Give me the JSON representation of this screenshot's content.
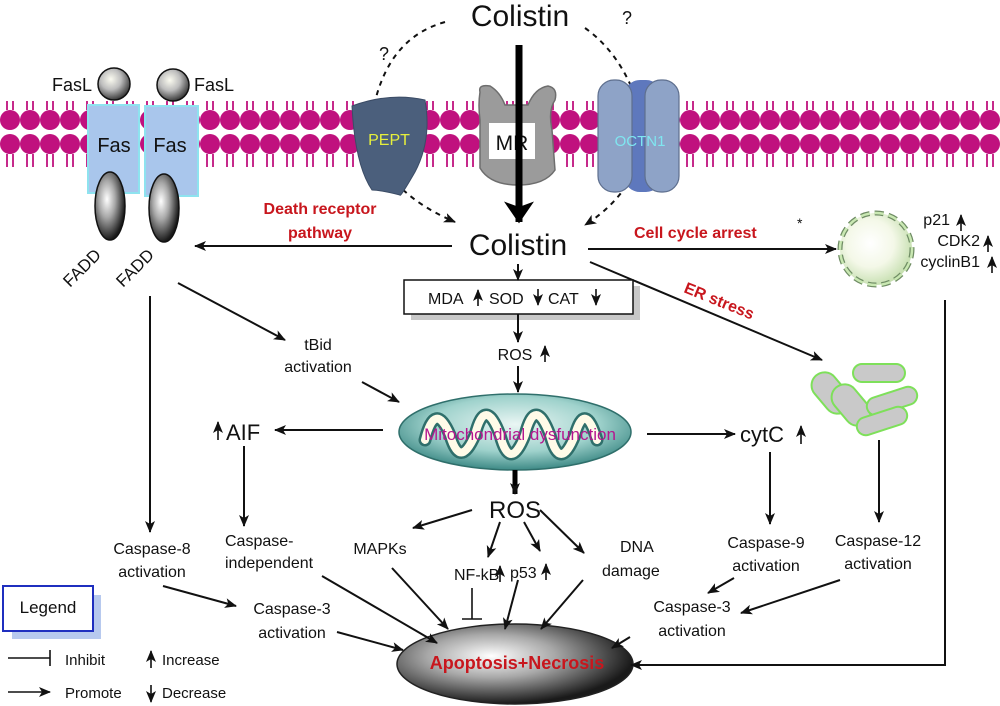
{
  "colors": {
    "membrane": "#c0117e",
    "fas_box": "#a9c6ec",
    "pathway_label": "#c8161d",
    "mito_label": "#b5168f",
    "pept_label": "#e6ef3c",
    "octn_label": "#7fe6f0",
    "er_green": "#7ee05a",
    "legend_border": "#1f2fbf"
  },
  "top": {
    "colistin_outside": "Colistin",
    "question_left": "?",
    "question_right": "?"
  },
  "membrane": {
    "fasl_left": "FasL",
    "fasl_right": "FasL",
    "fas_left": "Fas",
    "fas_right": "Fas",
    "pept": "PEPT",
    "mr": "MR",
    "octn1": "OCTN1",
    "fadd_left": "FADD",
    "fadd_right": "FADD"
  },
  "center": {
    "colistin_inside": "Colistin",
    "oxidative_box": {
      "mda": "MDA",
      "sod": "SOD",
      "cat": "CAT"
    },
    "ros_up": "ROS",
    "mito": "Mitochondrial dysfunction",
    "ros": "ROS"
  },
  "pathways": {
    "death_receptor_line1": "Death receptor",
    "death_receptor_line2": "pathway",
    "cell_cycle": "Cell cycle arrest",
    "cell_cycle_star": "*",
    "er_stress": "ER stress"
  },
  "cell_cycle_markers": [
    "p21",
    "CDK2",
    "cyclinB1"
  ],
  "nodes": {
    "tbid_1": "tBid",
    "tbid_2": "activation",
    "aif": "AIF",
    "cytc": "cytC",
    "casp8_1": "Caspase-8",
    "casp8_2": "activation",
    "casp_indep_1": "Caspase-",
    "casp_indep_2": "independent",
    "mapks": "MAPKs",
    "nfkb": "NF-kB",
    "p53": "p53",
    "dna_1": "DNA",
    "dna_2": "damage",
    "casp9_1": "Caspase-9",
    "casp9_2": "activation",
    "casp12_1": "Caspase-12",
    "casp12_2": "activation",
    "casp3l_1": "Caspase-3",
    "casp3l_2": "activation",
    "casp3r_1": "Caspase-3",
    "casp3r_2": "activation",
    "outcome": "Apoptosis+Necrosis"
  },
  "legend": {
    "title": "Legend",
    "inhibit": "Inhibit",
    "promote": "Promote",
    "increase": "Increase",
    "decrease": "Decrease"
  }
}
